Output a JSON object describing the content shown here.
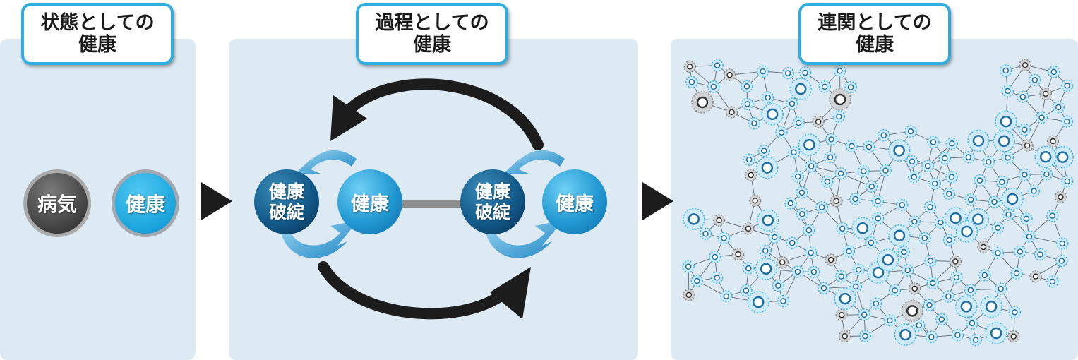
{
  "panels": {
    "state": {
      "title": "状態としての\n健康",
      "illness": "病気",
      "health": "健康"
    },
    "process": {
      "title": "過程としての\n健康",
      "breakdown_1": "健康\n破綻",
      "health_1": "健康",
      "breakdown_2": "健康\n破綻",
      "health_2": "健康"
    },
    "network": {
      "title": "連関としての\n健康"
    }
  },
  "colors": {
    "panel_bg": "#deeaf3",
    "accent_blue": "#2eaee0",
    "node_blue": "#38b6e8",
    "node_gray": "#8a8a8a",
    "arrow_dark": "#1c1c1c"
  }
}
